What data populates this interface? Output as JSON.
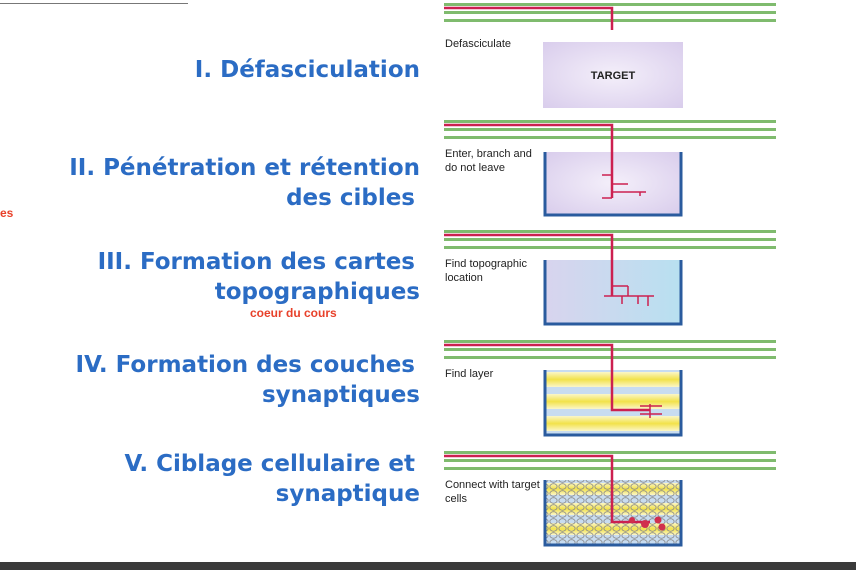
{
  "left_edge_text": "es",
  "stages": [
    {
      "lines": [
        "I. Défasciculation"
      ]
    },
    {
      "lines": [
        "II. Pénétration et rétention",
        "des cibles"
      ]
    },
    {
      "lines": [
        "III. Formation des cartes",
        "topographiques"
      ]
    },
    {
      "lines": [
        "IV. Formation des couches",
        "synaptiques"
      ]
    },
    {
      "lines": [
        "V. Ciblage cellulaire et",
        "synaptique"
      ]
    }
  ],
  "core_note": "coeur du cours",
  "panels": [
    {
      "label": "Defasciculate",
      "target_text": "TARGET"
    },
    {
      "label": "Enter, branch and do not leave"
    },
    {
      "label": "Find topographic location"
    },
    {
      "label": "Find layer"
    },
    {
      "label": "Connect with target cells"
    }
  ],
  "colors": {
    "title_blue": "#2b6cc4",
    "accent_red": "#e8412a",
    "axon_red": "#cc2050",
    "tract_green": "#7fbb6e",
    "target_frame_blue": "#2a5b9e",
    "target_fill_purple": "#dcd0ee",
    "target_fill_blue": "#bfe0f0",
    "layer_yellow": "#f2e24a"
  }
}
